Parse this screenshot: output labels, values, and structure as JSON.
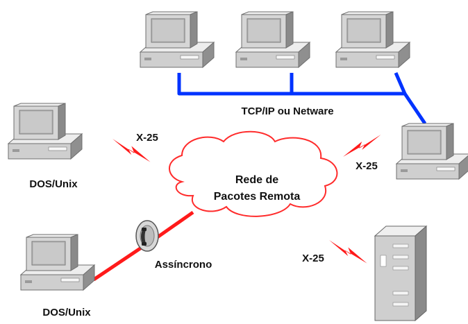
{
  "network_bus": {
    "label": "TCP/IP ou Netware",
    "color": "#0033ff"
  },
  "cloud": {
    "line1": "Rede de",
    "line2": "Pacotes Remota",
    "fill": "#ffffff",
    "stroke": "#ff2b2b"
  },
  "links": {
    "x25_top_left": {
      "label": "X-25"
    },
    "x25_right": {
      "label": "X-25"
    },
    "x25_bottom": {
      "label": "X-25"
    },
    "async": {
      "label": "Assíncrono",
      "color": "#ff1a1a"
    }
  },
  "hosts": {
    "dos_unix_top": {
      "label": "DOS/Unix"
    },
    "dos_unix_bottom": {
      "label": "DOS/Unix"
    }
  },
  "colors": {
    "computer_body": "#d4d4d4",
    "computer_dark": "#8a8a8a",
    "lightning": "#ff1a1a"
  },
  "icons": [
    "computer-icon",
    "server-tower-icon",
    "modem-phone-icon",
    "lightning-bolt-icon",
    "cloud-icon"
  ]
}
